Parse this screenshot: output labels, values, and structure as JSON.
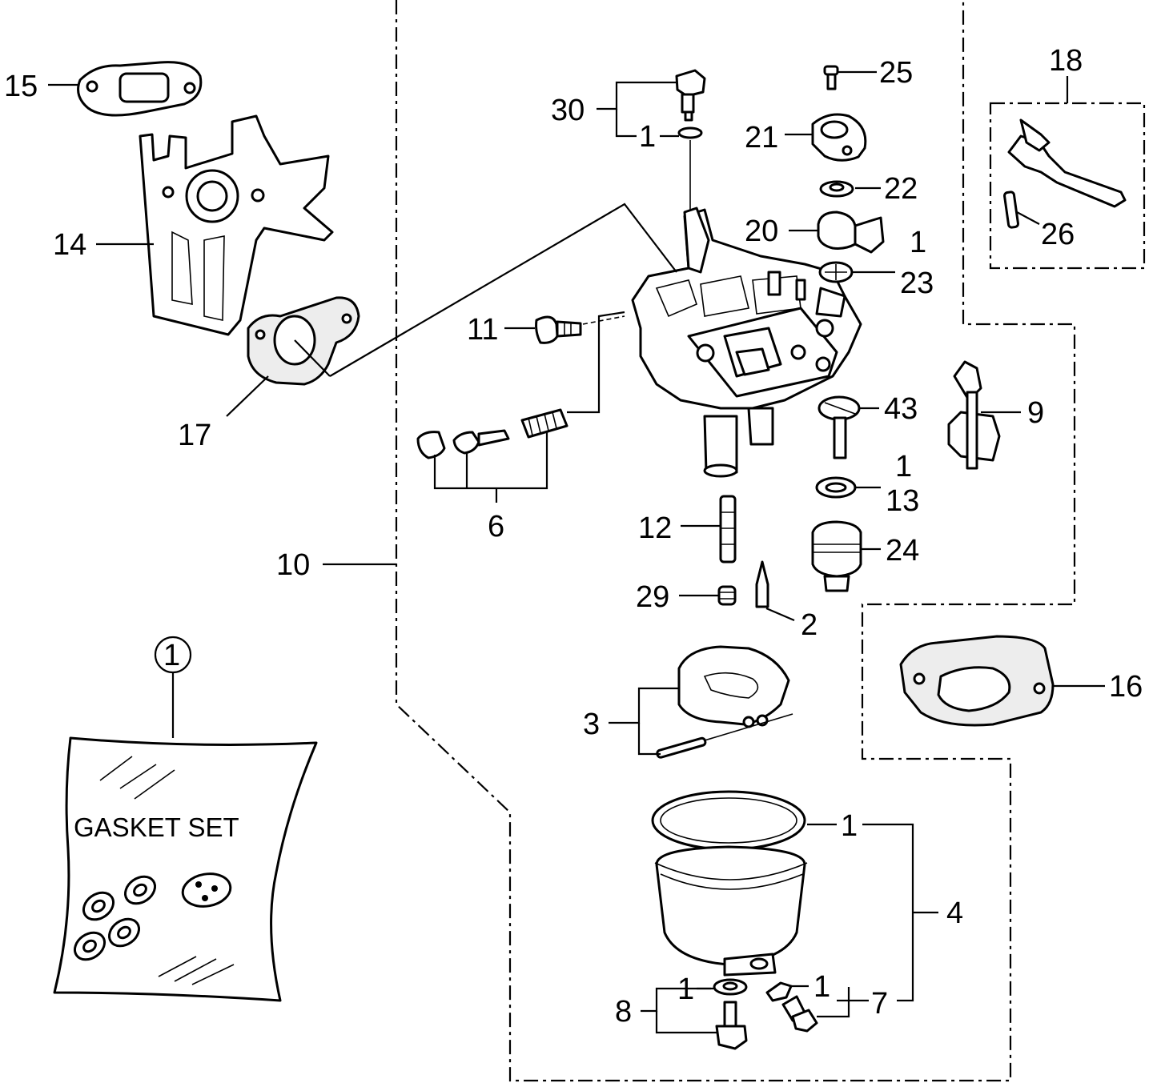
{
  "labels": {
    "l15": "15",
    "l14": "14",
    "l17": "17",
    "l30": "30",
    "l1a": "1",
    "l25": "25",
    "l21": "21",
    "l22": "22",
    "l20": "20",
    "l1b": "1",
    "l23": "23",
    "l18": "18",
    "l26": "26",
    "l11": "11",
    "l43": "43",
    "l9": "9",
    "l6": "6",
    "l1c": "1",
    "l13": "13",
    "l12": "12",
    "l24": "24",
    "l10": "10",
    "l29": "29",
    "l2": "2",
    "l16": "16",
    "l3": "3",
    "l1d": "1",
    "l4": "4",
    "l8": "8",
    "l1e": "1",
    "l1f": "1",
    "l7": "7",
    "l1circle": "1"
  },
  "bag": {
    "text": "GASKET SET"
  }
}
